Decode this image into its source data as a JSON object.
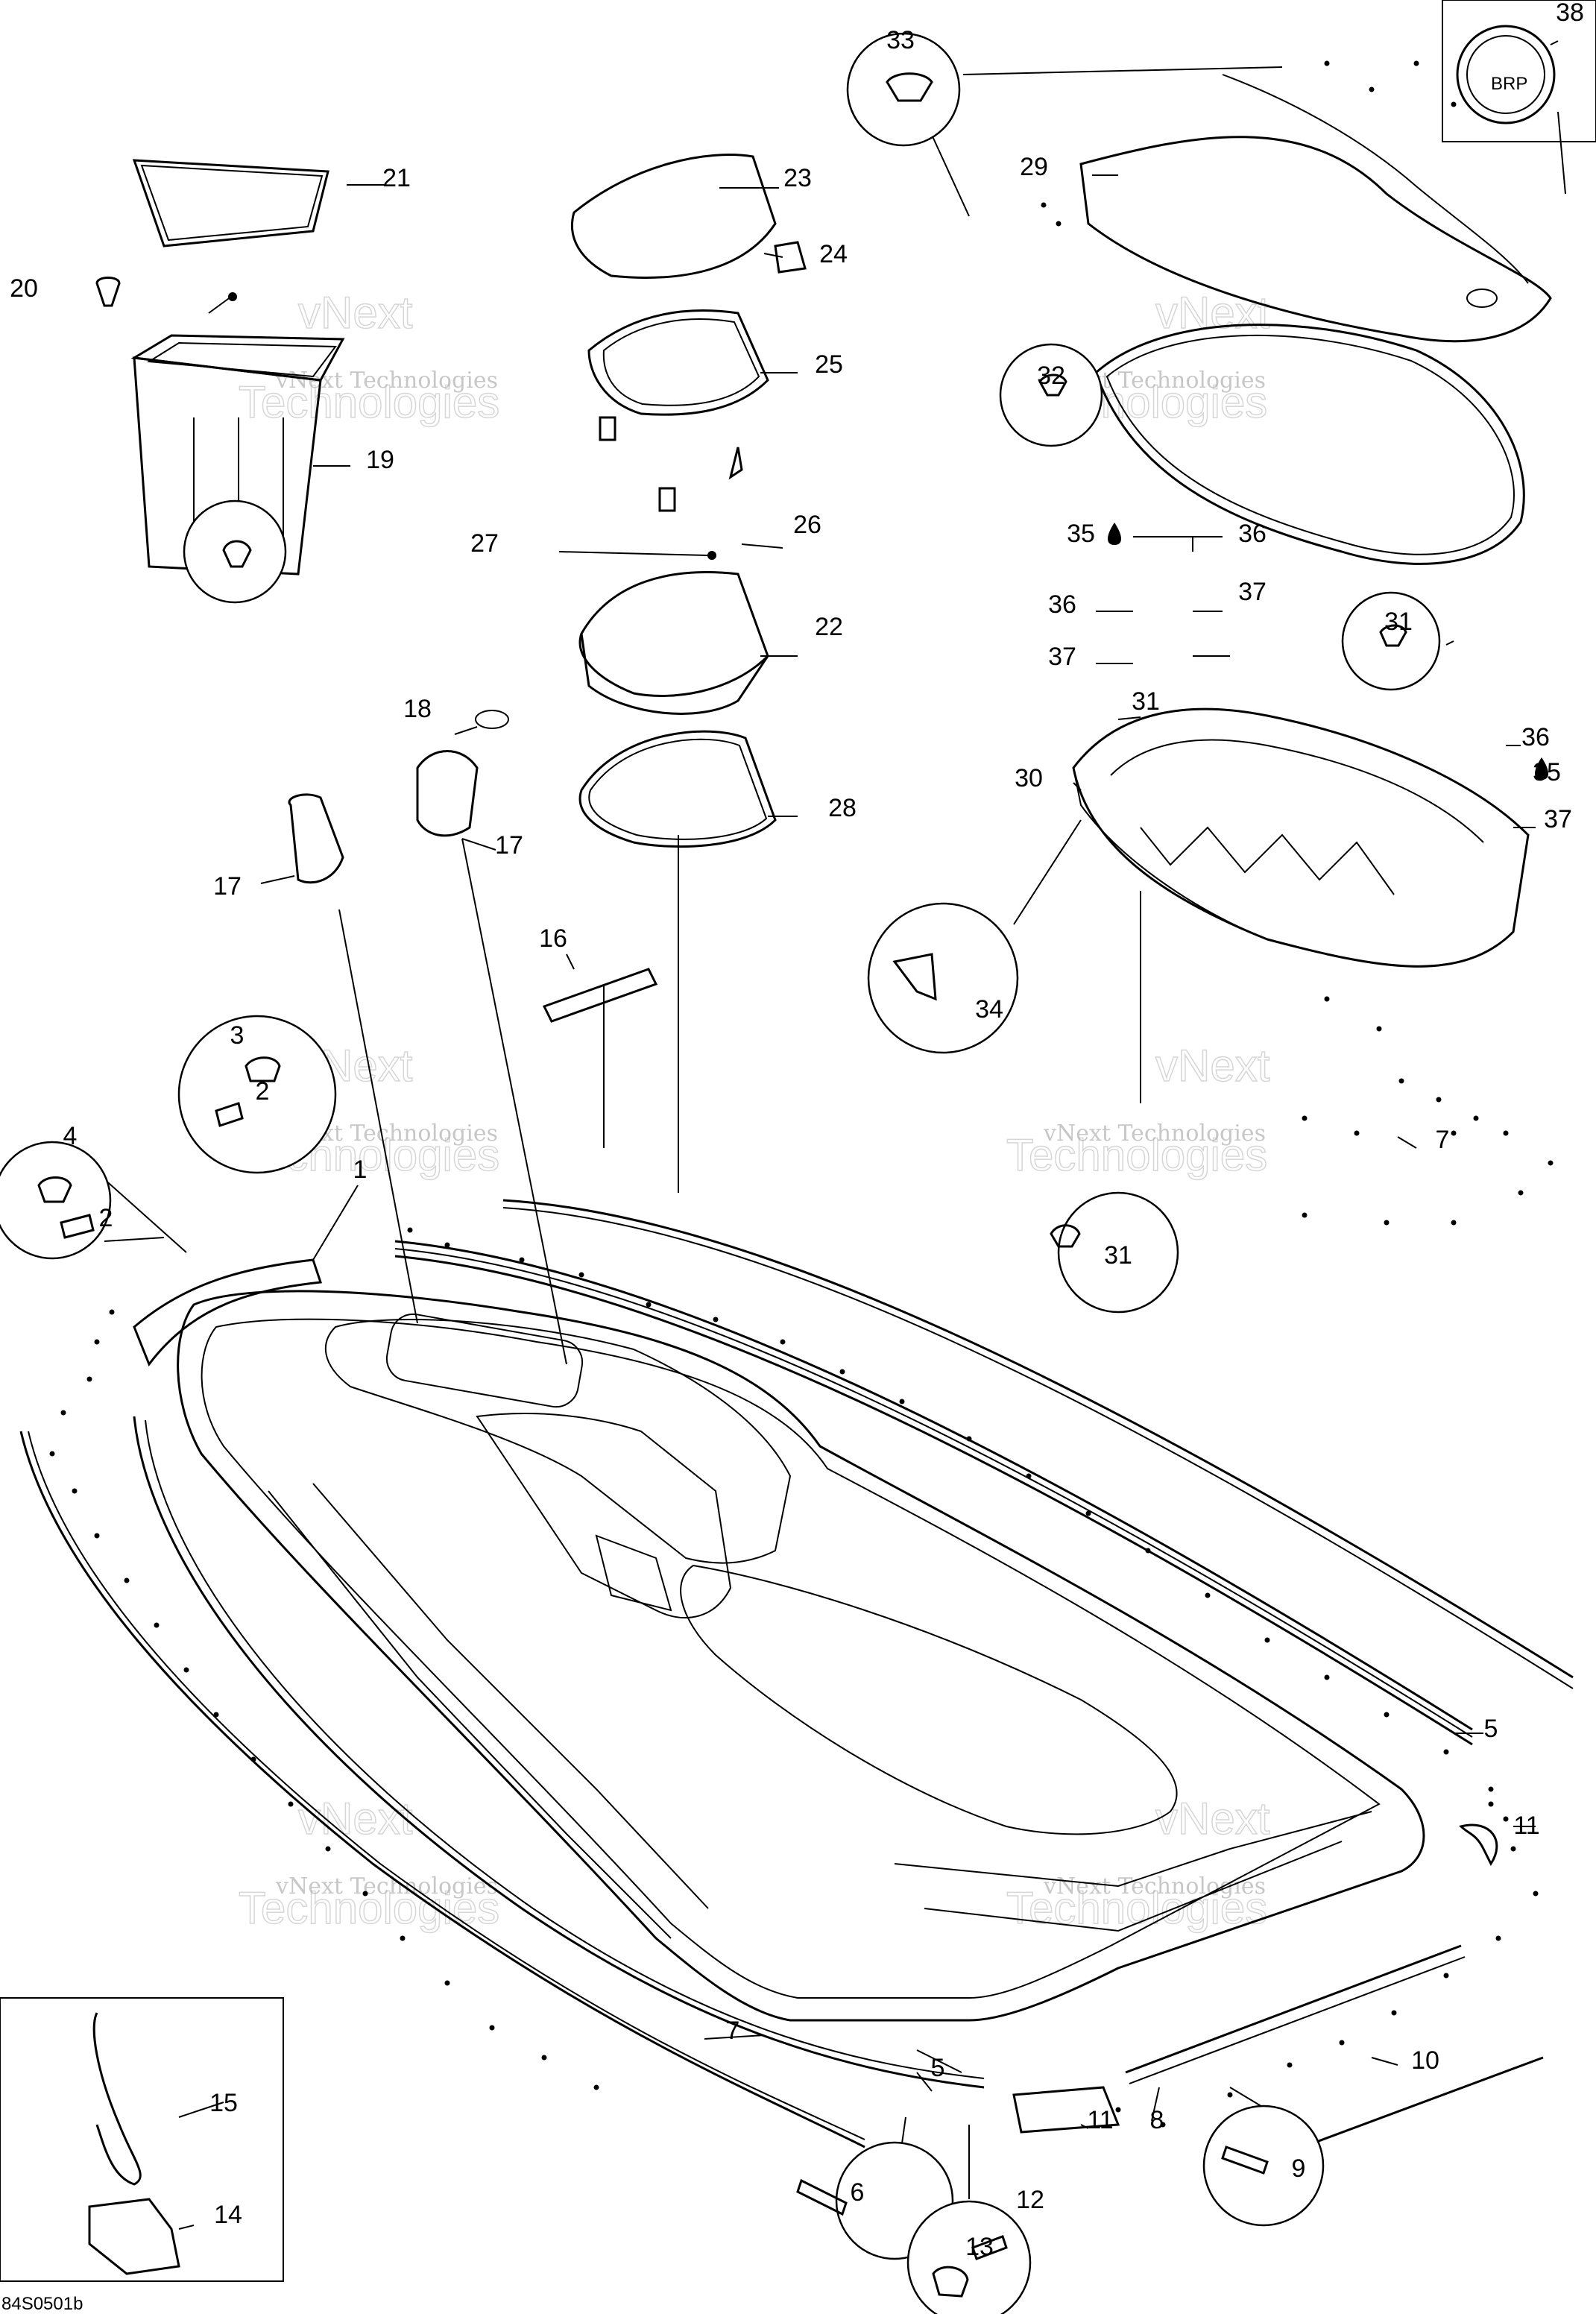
{
  "diagram_code": "84S0501b",
  "callouts": [
    "1",
    "2",
    "3",
    "4",
    "5",
    "6",
    "7",
    "8",
    "9",
    "10",
    "11",
    "12",
    "13",
    "14",
    "15",
    "16",
    "17",
    "18",
    "19",
    "20",
    "21",
    "22",
    "23",
    "24",
    "25",
    "26",
    "27",
    "28",
    "29",
    "30",
    "31",
    "32",
    "33",
    "34",
    "35",
    "36",
    "37",
    "38"
  ],
  "watermark": {
    "line1": "vNext Technologies",
    "big1": "vNext",
    "big2": "Technologies"
  },
  "logo_text": "BRP"
}
